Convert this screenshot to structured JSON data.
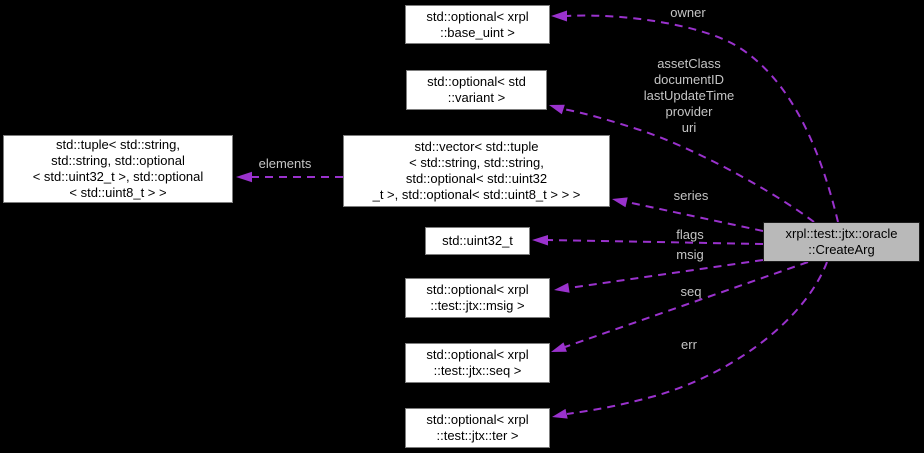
{
  "colors": {
    "background": "#000000",
    "edge": "#9a32cd",
    "edge_label_text": "#c5c5c5",
    "node_fill": "#ffffff",
    "node_border": "#7d7d7d",
    "node_text": "#000000",
    "main_node_fill": "#b9b9b9",
    "main_node_border": "#1c1c1c"
  },
  "nodes": {
    "base_uint": "std::optional< xrpl\n::base_uint >",
    "variant": "std::optional< std\n::variant >",
    "tuple": "std::tuple< std::string,\nstd::string, std::optional\n< std::uint32_t >, std::optional\n< std::uint8_t > >",
    "vector": "std::vector< std::tuple\n< std::string, std::string,\nstd::optional< std::uint32\n_t >, std::optional< std::uint8_t > > >",
    "uint32": "std::uint32_t",
    "msig": "std::optional< xrpl\n::test::jtx::msig >",
    "seq": "std::optional< xrpl\n::test::jtx::seq >",
    "ter": "std::optional< xrpl\n::test::jtx::ter >",
    "main": "xrpl::test::jtx::oracle\n::CreateArg"
  },
  "edge_labels": {
    "owner": "owner",
    "fields": "assetClass\ndocumentID\nlastUpdateTime\nprovider\nuri",
    "elements": "elements",
    "series": "series",
    "flags": "flags",
    "msig": "msig",
    "seq": "seq",
    "err": "err"
  }
}
